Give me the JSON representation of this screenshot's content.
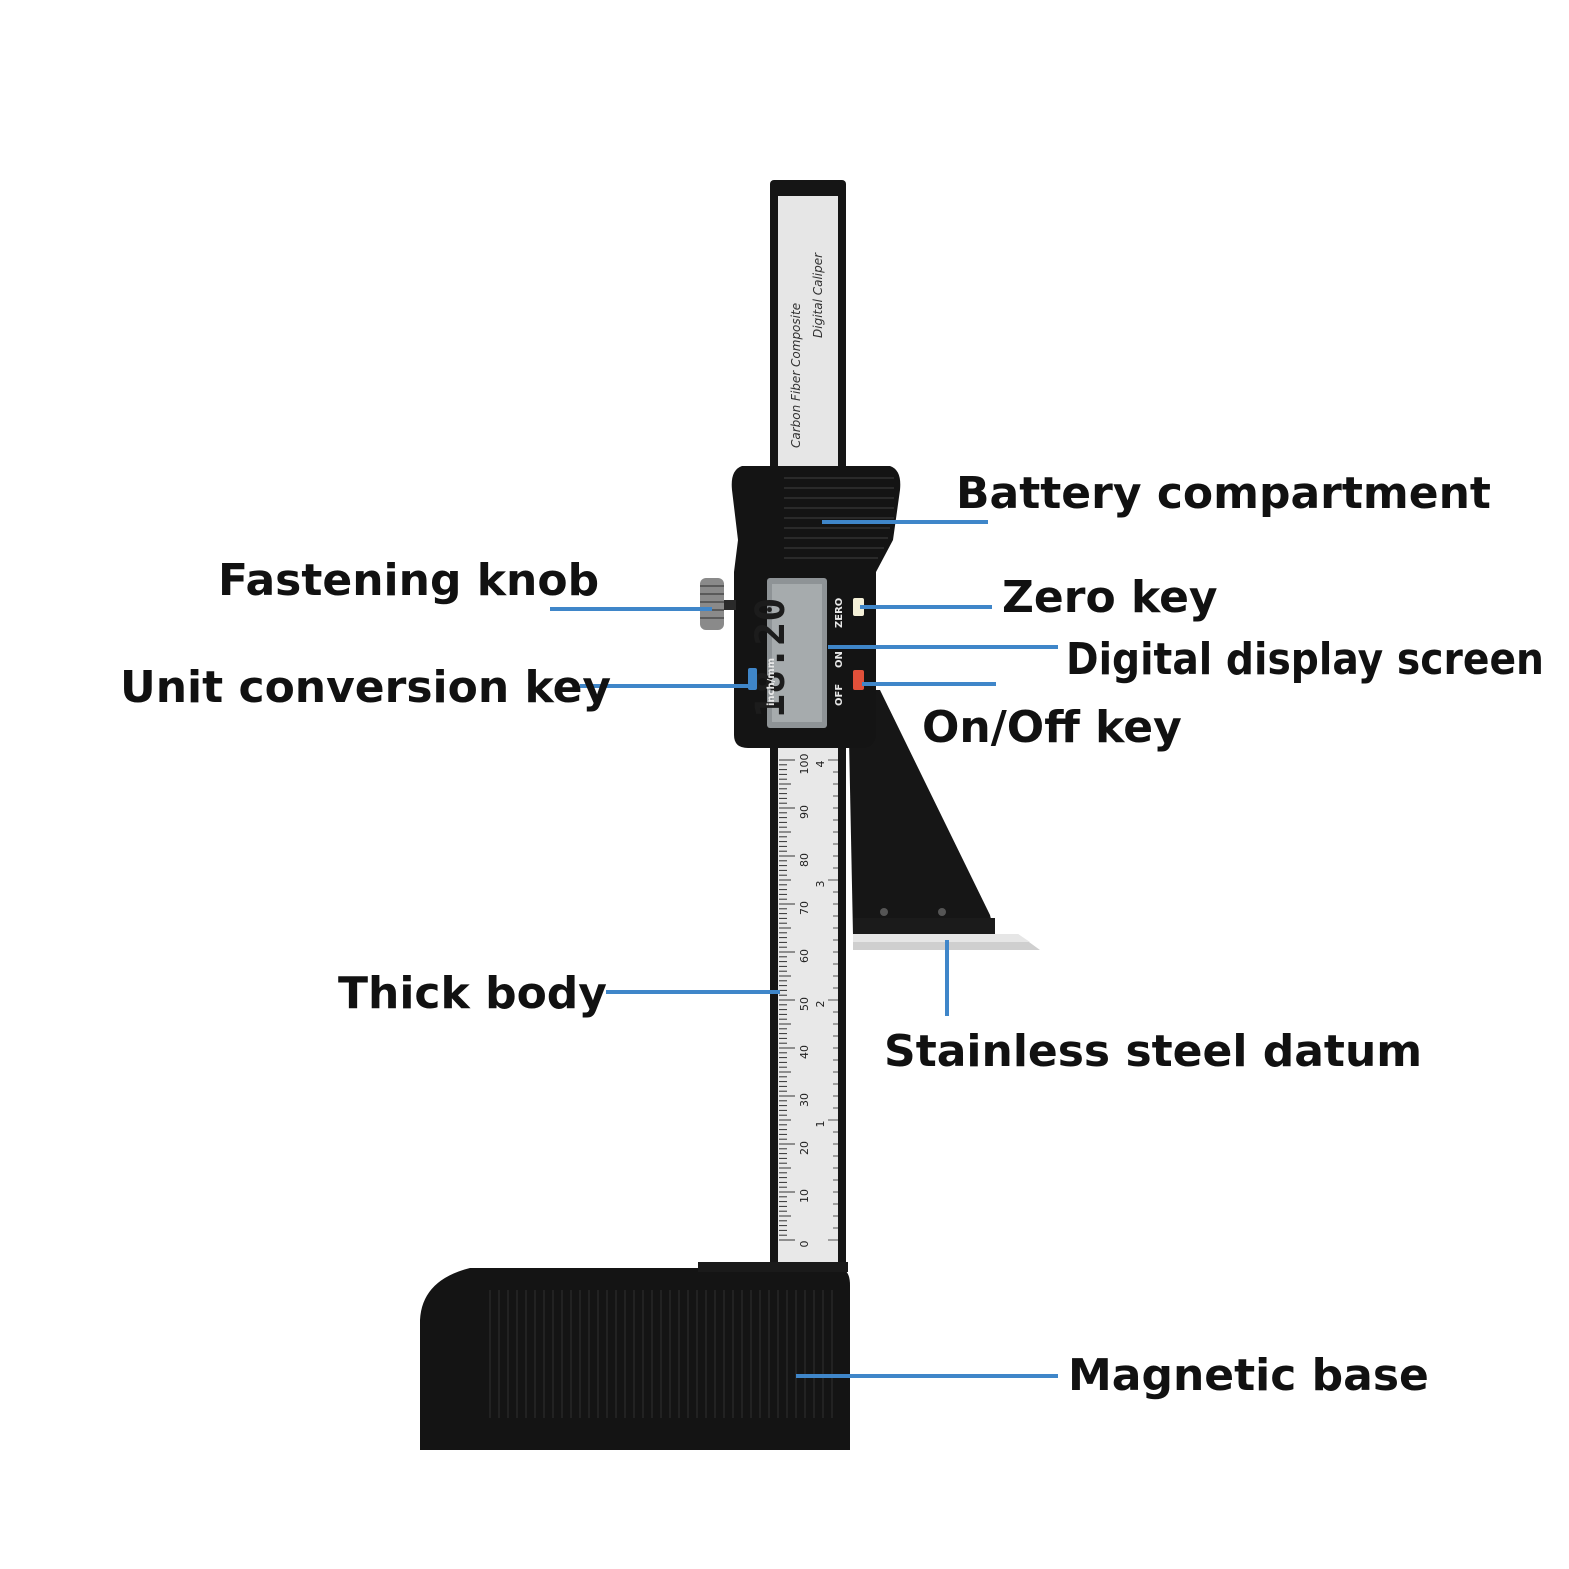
{
  "labels": {
    "battery_compartment": "Battery compartment",
    "fastening_knob": "Fastening knob",
    "zero_key": "Zero key",
    "digital_display_screen": "Digital display screen",
    "unit_conversion_key": "Unit conversion key",
    "on_off_key": "On/Off key",
    "thick_body": "Thick body",
    "stainless_steel_datum": "Stainless steel datum",
    "magnetic_base": "Magnetic base"
  },
  "device": {
    "beam_text_1": "Carbon Fiber Composite",
    "beam_text_2": "Digital Caliper",
    "display_reading": "18.20",
    "key_zero": "ZERO",
    "key_on": "ON",
    "key_off": "OFF",
    "key_unit": "inch/mm",
    "mm_scale": [
      "0",
      "10",
      "20",
      "30",
      "40",
      "50",
      "60",
      "70",
      "80",
      "90",
      "100"
    ],
    "inch_scale": [
      "1",
      "2",
      "3",
      "4"
    ]
  },
  "colors": {
    "leader": "#3f86c9",
    "body": "#141414",
    "beam": "#e6e6e6",
    "zero_button": "#f4f0d8",
    "on_off_button": "#e0503a",
    "unit_button": "#3f86c9",
    "datum_steel": "#cfcfcf"
  }
}
